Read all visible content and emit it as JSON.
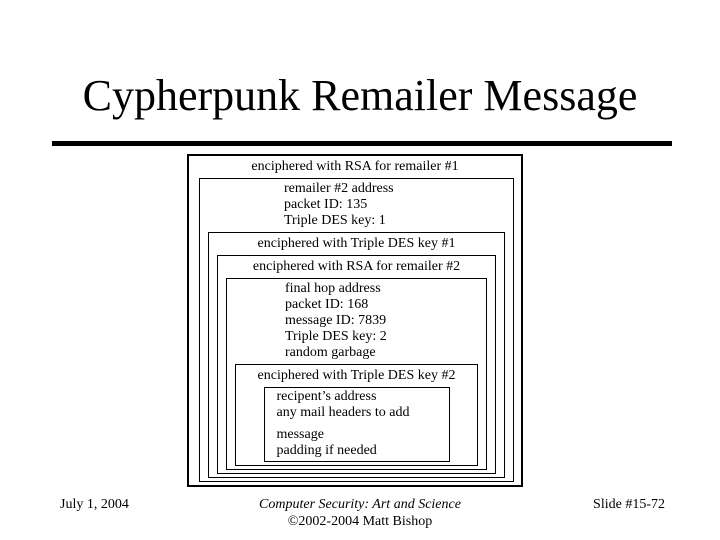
{
  "colors": {
    "background": "#ffffff",
    "foreground": "#000000",
    "border": "#000000"
  },
  "slide": {
    "title": "Cypherpunk Remailer Message",
    "footer": {
      "date": "July 1, 2004",
      "book": "Computer Security: Art and Science",
      "copyright": "©2002-2004 Matt Bishop",
      "slide_number": "Slide #15-72"
    }
  },
  "diagram": {
    "rsa_remailer1": {
      "header": "enciphered with RSA for remailer #1",
      "fields": [
        "remailer #2 address",
        "packet ID: 135",
        "Triple DES key: 1"
      ]
    },
    "des_key1": {
      "header": "enciphered with Triple DES key #1"
    },
    "rsa_remailer2": {
      "header": "enciphered with RSA for remailer #2",
      "fields": [
        "final hop address",
        "packet ID: 168",
        "message ID: 7839",
        "Triple DES key: 2",
        "random garbage"
      ]
    },
    "des_key2": {
      "header": "enciphered with Triple DES key #2",
      "fields": [
        "recipent’s address",
        "any mail headers to add",
        "message",
        "padding if needed"
      ]
    }
  }
}
